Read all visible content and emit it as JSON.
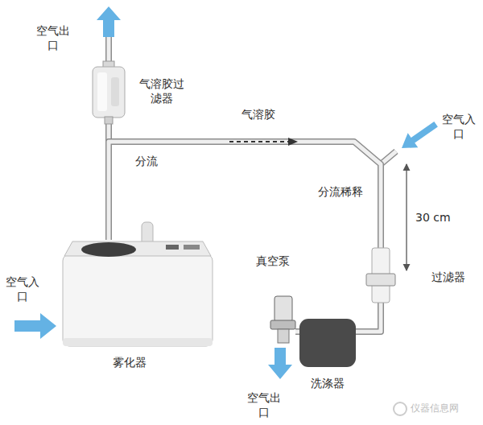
{
  "diagram": {
    "nodes": [
      {
        "text": [
          "气溶胶过滤器"
        ]
      },
      {
        "text": [
          "真空泵"
        ]
      },
      {
        "text": [
          "过滤器"
        ]
      },
      {
        "text": [
          "雾化器"
        ]
      },
      {
        "text": [
          "洗涤器"
        ]
      }
    ],
    "edges": [
      {
        "from": 3,
        "to": 0,
        "arrow": "none"
      },
      {
        "from": 3,
        "to": 2,
        "arrow": "none"
      },
      {
        "from": 2,
        "to": 4,
        "arrow": "none"
      },
      {
        "from": 4,
        "to": 1,
        "arrow": "none"
      }
    ],
    "labels": [
      "空气出口",
      "气溶胶",
      "分流",
      "空气入口",
      "分流稀释",
      "30 cm",
      "空气入口",
      "空气出口",
      "仪器信息网"
    ]
  }
}
